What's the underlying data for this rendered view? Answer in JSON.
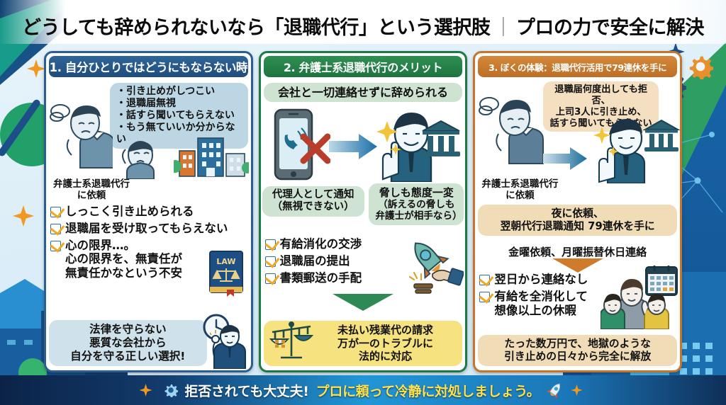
{
  "header": {
    "title_main": "どうしても辞められないなら「退職代行」という選択肢",
    "separator": "｜",
    "title_sub": "プロの力で安全に解決"
  },
  "colors": {
    "col1_accent": "#2b5f93",
    "col2_accent": "#1d7a45",
    "col3_accent": "#c3762c",
    "check_mark": "#f0a81e",
    "footer_highlight": "#ffe14d",
    "background": "#dceef8"
  },
  "columns": [
    {
      "number": "1.",
      "heading": "1. 自分ひとりではどうにもならない時",
      "bubble_items": [
        "・引き止めがしつこい",
        "・退職届無視",
        "・話すら聞いてもらえない",
        "・もう無ていいか分からない"
      ],
      "caption": "弁護士系退職代行\nに依頼",
      "caption_line1": "弁護士系退職代行",
      "caption_line2": "に依頼",
      "checks": [
        "しっこく引き止められる",
        "退職届を受け取ってもらえない"
      ],
      "check_multiline": {
        "line1": "心の限界…。",
        "line2": "心の限界を、無責任が",
        "line3": "無責任かなという不安"
      },
      "law_book_label": "LAW",
      "footer_bubble": {
        "line1": "法律を守らない",
        "line2": "悪質な会社から",
        "line3": "自分を守る正しい選択!"
      }
    },
    {
      "number": "2.",
      "heading": "2. 弁護士系退職代行のメリット",
      "top_banner": "会社と一切連絡せずに辞められる",
      "left_box": {
        "line1": "代理人として通知",
        "line2": "（無視できない）"
      },
      "right_box": {
        "line1": "脅しも態度一変",
        "line2": "（訴えるの脅しも",
        "line3": "弁護士が相手なら）"
      },
      "checks": [
        "有給消化の交渉",
        "退職届の提出",
        "書類郵送の手配"
      ],
      "footer_bubble": {
        "line1": "未払い残業代の請求",
        "line2": "万が一のトラブルに",
        "line3": "法的に対応"
      }
    },
    {
      "number": "3.",
      "heading": "3. ぼくの体験：退職代行活用で79連休を手に",
      "bubble": {
        "line1": "退職届何度出しても拒否、",
        "line2": "上司3人に引き止め、",
        "line3": "話すら聞いてもらえない"
      },
      "caption_line1": "弁護士系退職代行",
      "caption_line2": "に依頼",
      "result_bubble": {
        "line1": "夜に依頼、",
        "line2": "翌朝代行退職通知 79連休を手に"
      },
      "sub_line": "金曜依頼、月曜振替休日連絡",
      "checks": [
        "翌日から連絡なし",
        "有給を全消化して"
      ],
      "check_continuation": "想像以上の休暇",
      "footer_bubble": {
        "line1": "たった数万円で、地獄のような",
        "line2": "引き止めの日々から完全に解放"
      }
    }
  ],
  "footer": {
    "text_white": "拒否されても大丈夫!",
    "text_yellow": "プロに頼って冷静に対処しましょう。",
    "rocket_icon": "rocket-icon",
    "gear_icon": "gear-icon",
    "sparkle_icon": "sparkle-icon"
  }
}
